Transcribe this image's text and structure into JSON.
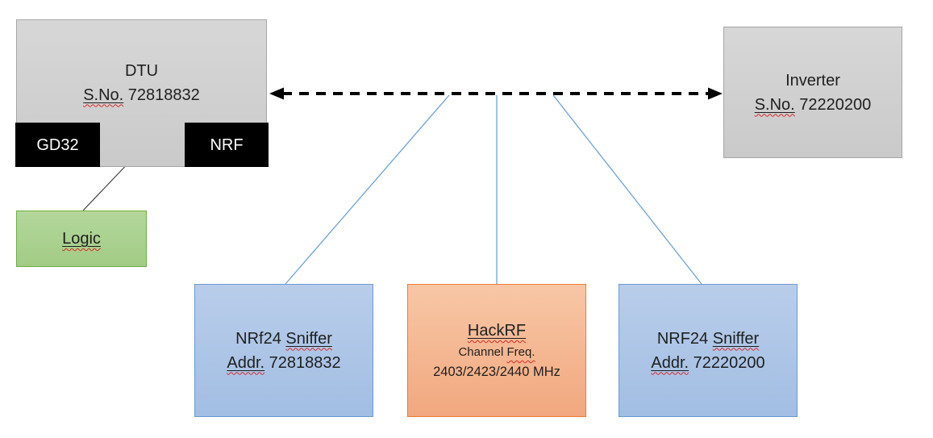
{
  "diagram": {
    "dtu": {
      "title": "DTU",
      "serial_label": "S.No.",
      "serial_value": "72818832"
    },
    "gd32_chip": {
      "label": "GD32"
    },
    "nrf_chip": {
      "label": "NRF"
    },
    "logic": {
      "label": "Logic"
    },
    "inverter": {
      "title": "Inverter",
      "serial_label": "S.No.",
      "serial_value": "72220200"
    },
    "sniffer_dtu": {
      "name_prefix": "NRf24",
      "name_word": "Sniffer",
      "addr_label": "Addr.",
      "addr_value": "72818832"
    },
    "hackrf": {
      "title": "HackRF",
      "subtitle_prefix": "Channel",
      "subtitle_word": "Freq.",
      "frequencies": "2403/2423/2440 MHz"
    },
    "sniffer_inverter": {
      "name_prefix": "NRF24",
      "name_word": "Sniffer",
      "addr_label": "Addr.",
      "addr_value": "72220200"
    }
  },
  "colors": {
    "box_gray_fill": "#cecece",
    "box_gray_border": "#a6a6a6",
    "box_blue_fill": "#aec6e7",
    "box_blue_border": "#6b9bd2",
    "box_orange_fill": "#f4b791",
    "box_orange_border": "#ed7d31",
    "box_green_fill": "#abd190",
    "box_green_border": "#70ad47",
    "chip_black": "#000000",
    "connector_blue": "#6ea2d8",
    "arrow_black": "#000000",
    "spellcheck_red": "#d92b2b"
  }
}
